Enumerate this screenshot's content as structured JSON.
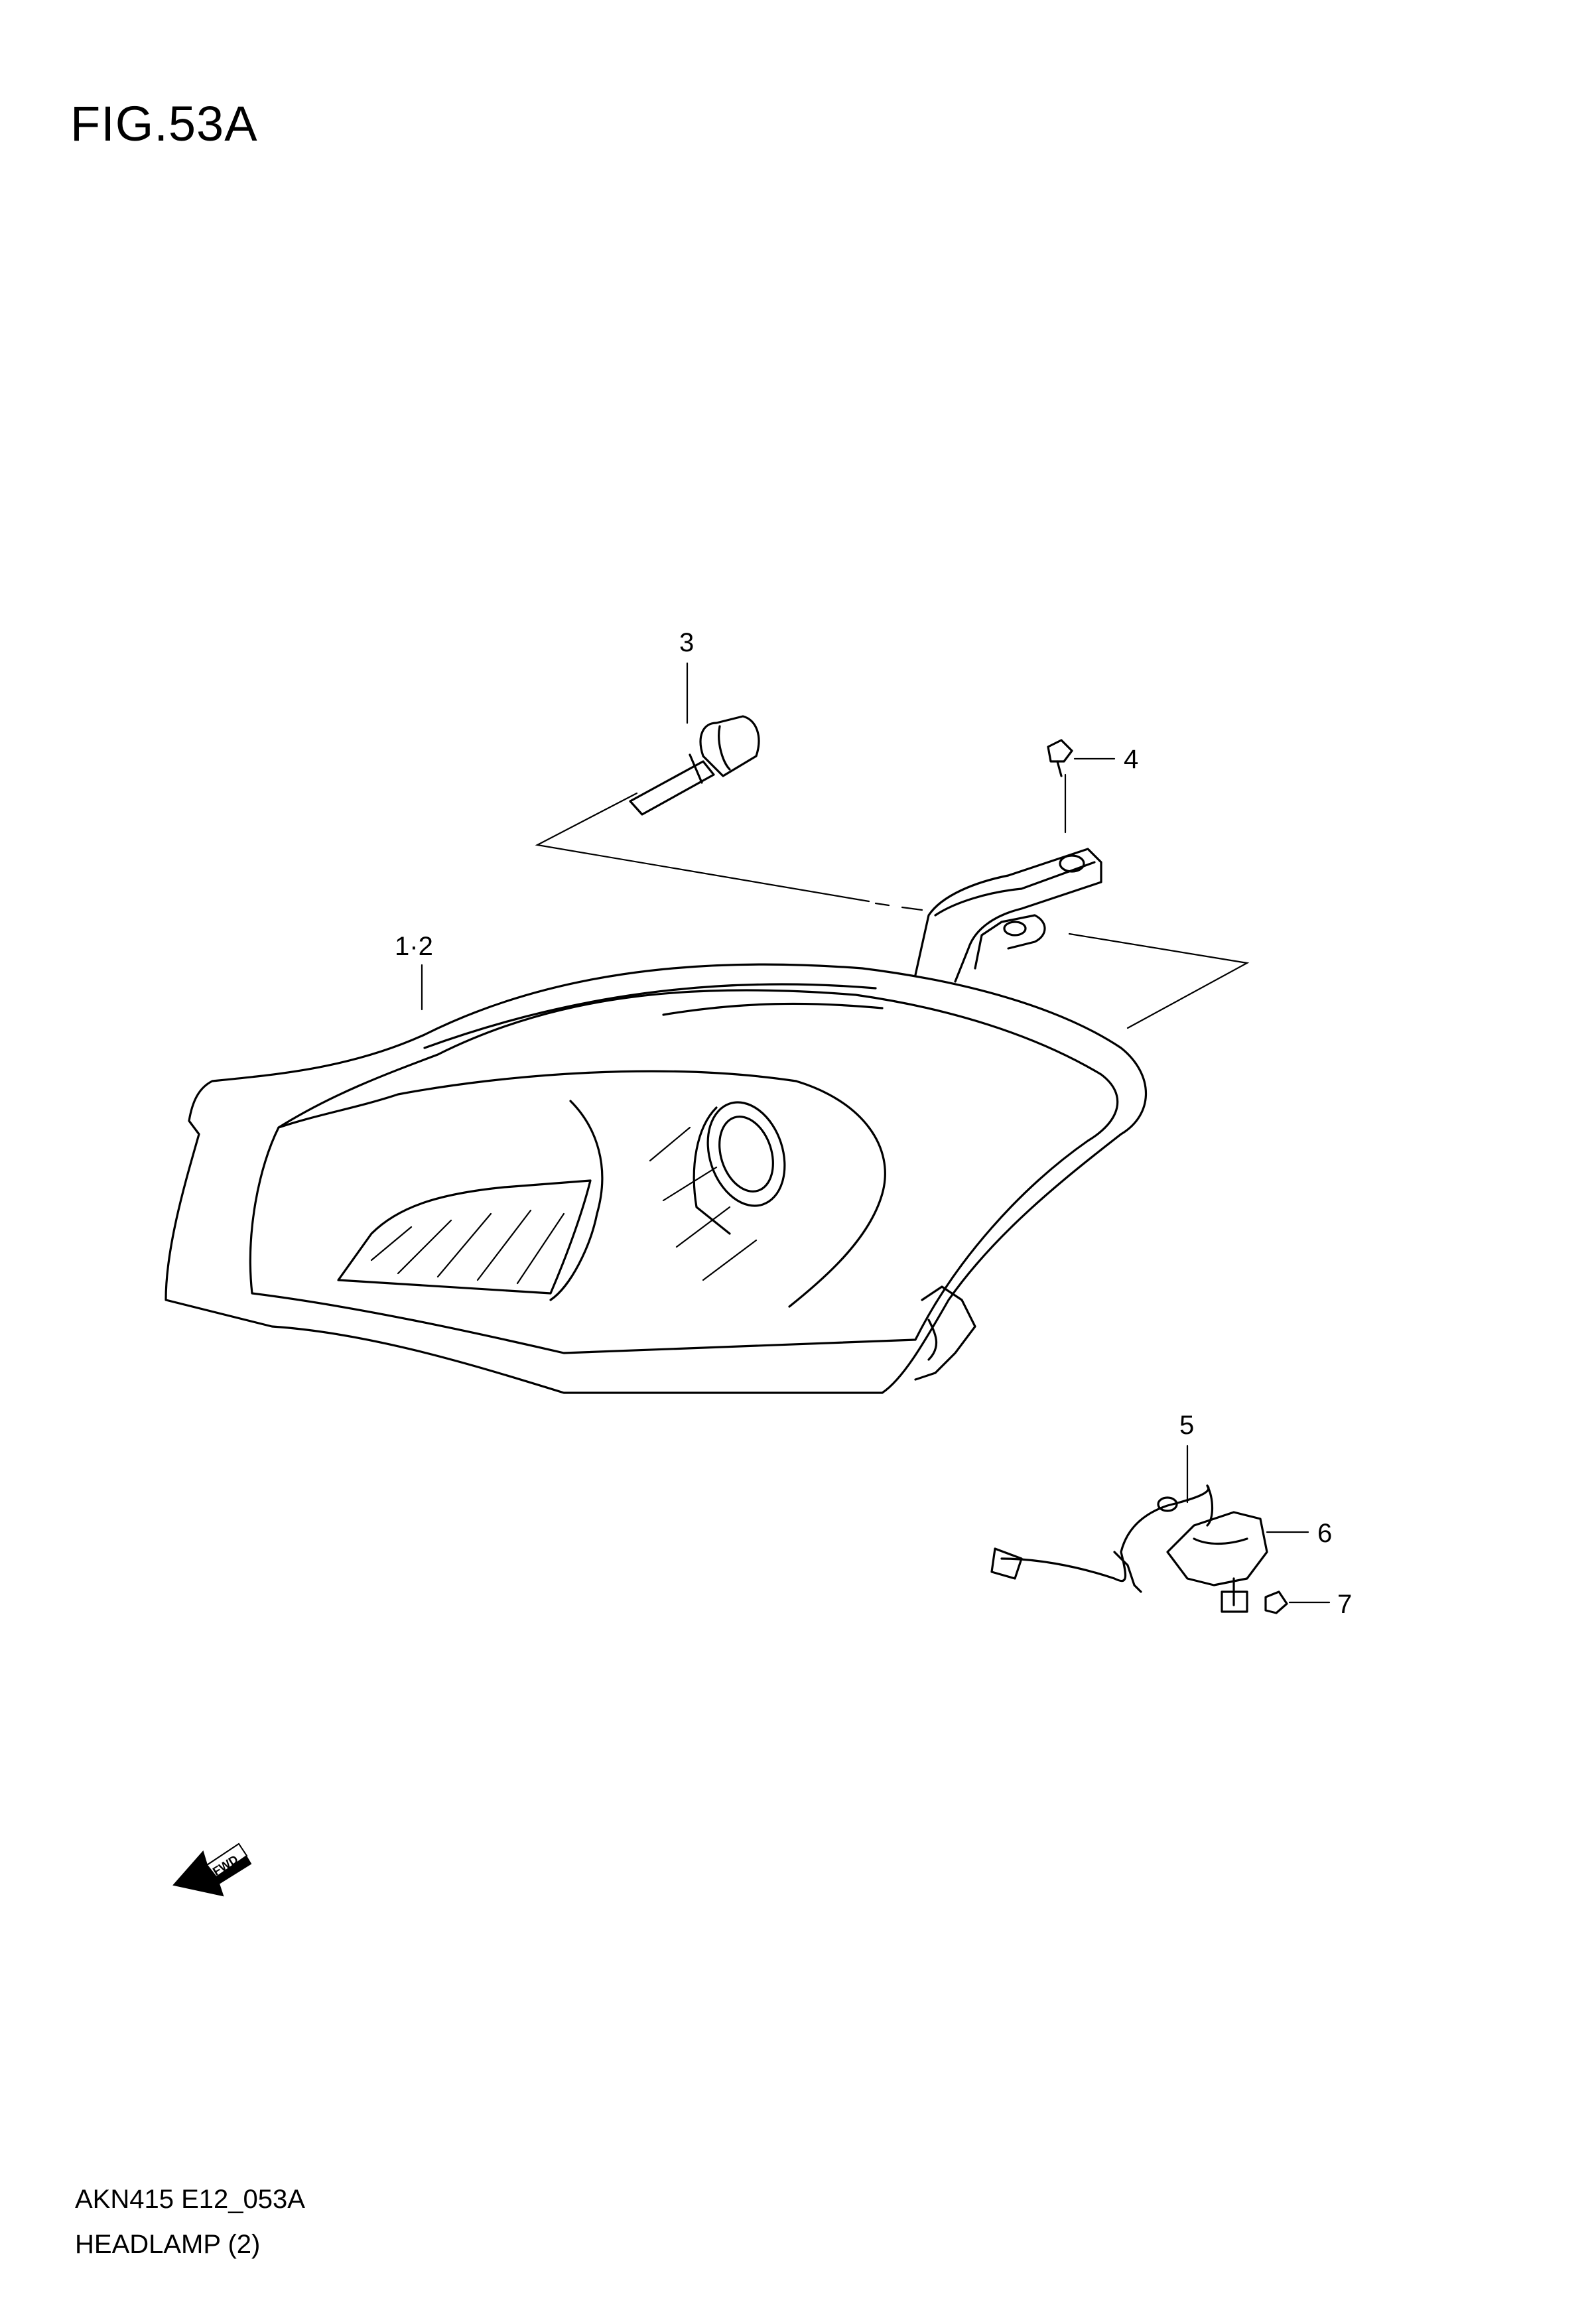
{
  "figure": {
    "title": "FIG.53A",
    "drawing_code": "AKN415 E12_053A",
    "name": "HEADLAMP (2)"
  },
  "callouts": [
    {
      "id": "callout-1-2",
      "label": "1·2"
    },
    {
      "id": "callout-3",
      "label": "3"
    },
    {
      "id": "callout-4",
      "label": "4"
    },
    {
      "id": "callout-5",
      "label": "5"
    },
    {
      "id": "callout-6",
      "label": "6"
    },
    {
      "id": "callout-7",
      "label": "7"
    }
  ],
  "fwd_badge": {
    "label": "FWD",
    "icon": "forward-arrow-icon"
  }
}
